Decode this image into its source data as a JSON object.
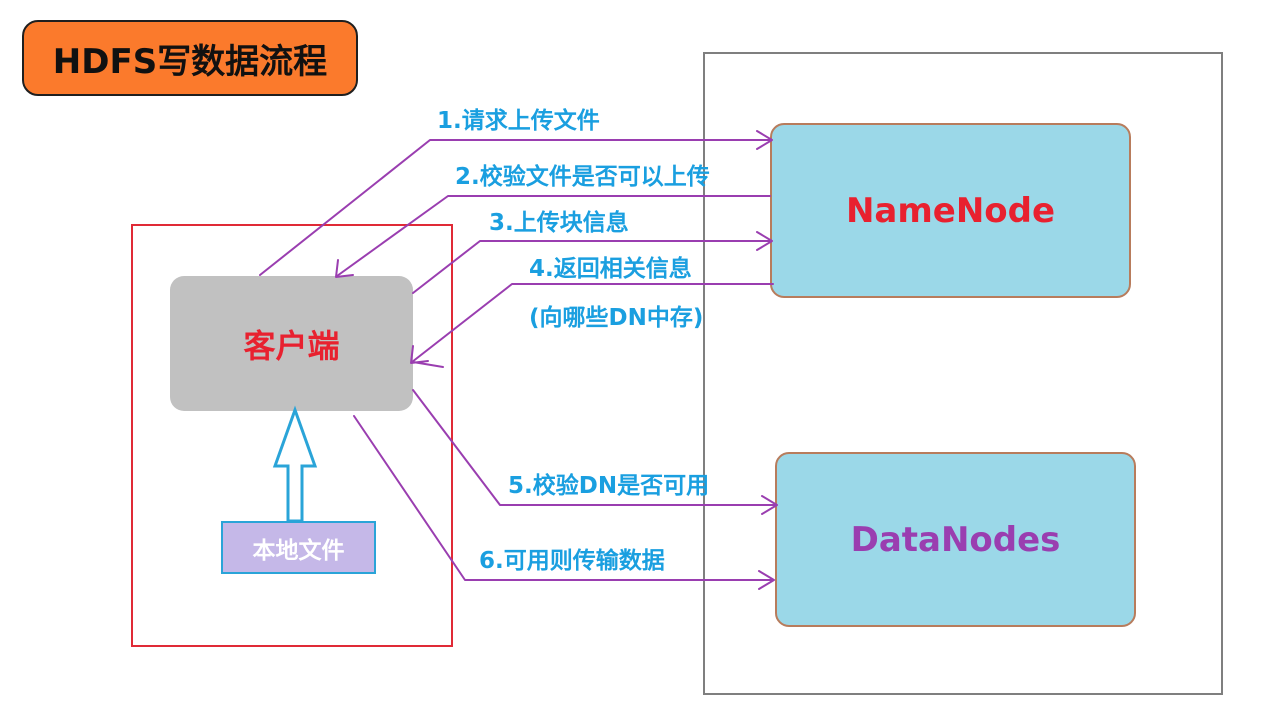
{
  "title": "HDFS写数据流程",
  "client": {
    "label": "客户端"
  },
  "namenode": {
    "label": "NameNode"
  },
  "datanodes": {
    "label": "DataNodes"
  },
  "local_file": {
    "label": "本地文件"
  },
  "steps": [
    {
      "label": "1.请求上传文件"
    },
    {
      "label": "2.校验文件是否可以上传"
    },
    {
      "label": "3.上传块信息"
    },
    {
      "label": "4.返回相关信息"
    },
    {
      "label": "(向哪些DN中存)"
    },
    {
      "label": "5.校验DN是否可用"
    },
    {
      "label": "6.可用则传输数据"
    }
  ],
  "colors": {
    "title_bg": "#fb7a2c",
    "step_text": "#1a9fe0",
    "client_text": "#e8212f",
    "namenode_text": "#e8212f",
    "datanodes_text": "#9a3eb0",
    "local_file_text": "#ffffff",
    "arrow": "#9a3eb0",
    "upload_arrow": "#2aa4d8"
  }
}
